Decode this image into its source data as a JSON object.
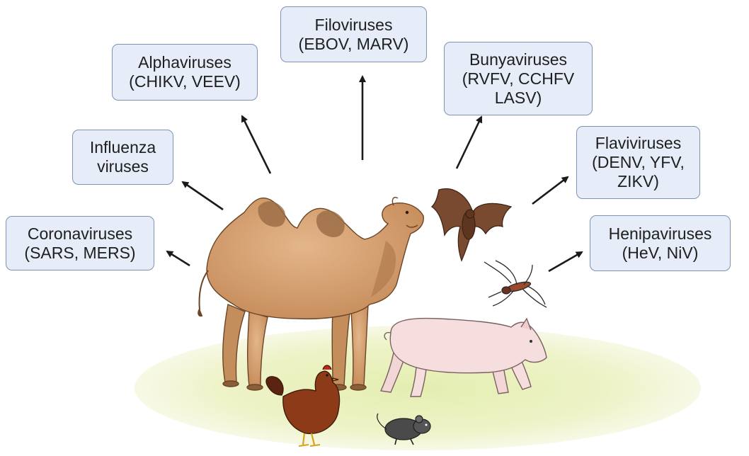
{
  "virus_groups": {
    "coronaviruses": {
      "name": "Coronaviruses",
      "examples": "(SARS, MERS)"
    },
    "influenza": {
      "name": "Influenza",
      "examples": "viruses"
    },
    "alphaviruses": {
      "name": "Alphaviruses",
      "examples": "(CHIKV, VEEV)"
    },
    "filoviruses": {
      "name": "Filoviruses",
      "examples": "(EBOV, MARV)"
    },
    "bunyaviruses": {
      "name": "Bunyaviruses",
      "examples": "(RVFV, CCHFV",
      "examples_2": "LASV)"
    },
    "flaviviruses": {
      "name": "Flaviviruses",
      "examples": "(DENV, YFV,",
      "examples_2": "ZIKV)"
    },
    "henipaviruses": {
      "name": "Henipaviruses",
      "examples": "(HeV, NiV)"
    }
  },
  "animals": [
    "camel",
    "bat",
    "mosquito",
    "pig",
    "chicken",
    "mouse"
  ],
  "colors": {
    "box_fill": "#e6edf8",
    "box_border": "#7f93b3",
    "arrow": "#1a1a1a",
    "ground": "#eef3c4",
    "camel": "#d9a97c",
    "pig": "#f6dede",
    "bat": "#7a4a30",
    "chicken": "#8c3a18",
    "mouse": "#4a4a4a"
  }
}
